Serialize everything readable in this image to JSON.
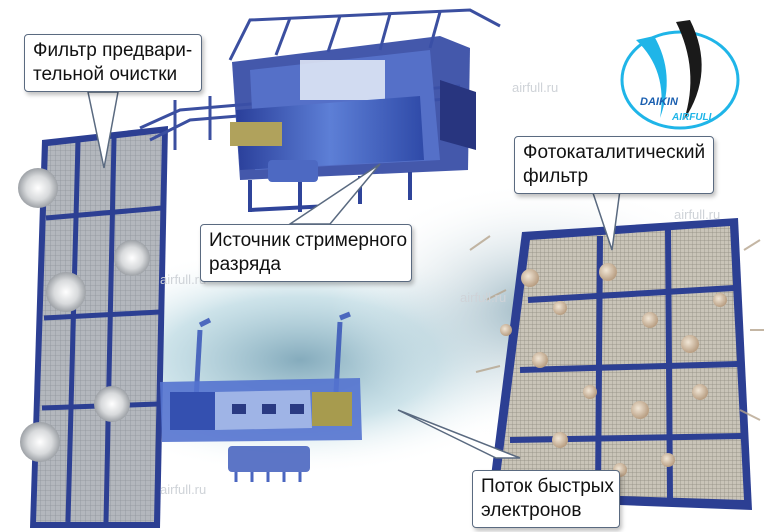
{
  "labels": {
    "prefilter": [
      "Фильтр предвари-",
      "тельной очистки"
    ],
    "streamer": [
      "Источник стримерного",
      "разряда"
    ],
    "photocatalytic": [
      "Фотокаталитический",
      "фильтр"
    ],
    "electrons": [
      "Поток быстрых",
      "электронов"
    ]
  },
  "logo": {
    "brand": "DAIKIN",
    "sub": "AIRFULL"
  },
  "watermarks": [
    "airfull.ru",
    "airfull.ru",
    "airfull.ru",
    "airfull.ru",
    "airfull.ru"
  ],
  "colors": {
    "frame_blue": "#2c3f93",
    "mesh_grey": "#a9adb3",
    "device_blue": "#3f5fc0",
    "glow_teal": "#7fb7c8",
    "logo_cyan": "#1fb5e8",
    "logo_dark": "#1a1a1a"
  }
}
